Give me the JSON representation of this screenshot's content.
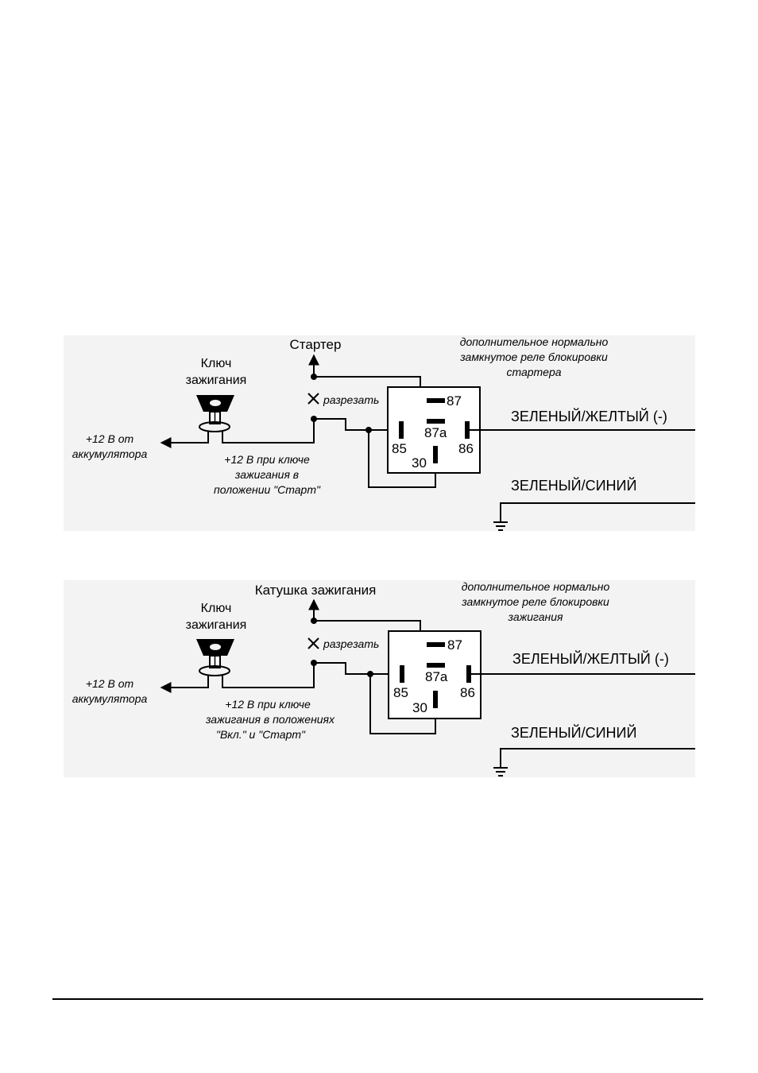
{
  "colors": {
    "panel": "#f3f3f3",
    "ink": "#000000",
    "page": "#ffffff"
  },
  "panels": [
    {
      "target": "Стартер",
      "key_title_1": "Ключ",
      "key_title_2": "зажигания",
      "battery_1": "+12 В от",
      "battery_2": "аккумулятора",
      "cut": "разрезать",
      "relay_note_1": "дополнительное нормально",
      "relay_note_2": "замкнутое реле блокировки",
      "relay_note_3": "стартера",
      "pins": {
        "p87": "87",
        "p87a": "87а",
        "p85": "85",
        "p86": "86",
        "p30": "30"
      },
      "wire_1": "ЗЕЛЕНЫЙ/ЖЕЛТЫЙ (-)",
      "wire_2": "ЗЕЛЕНЫЙ/СИНИЙ",
      "switched_1": "+12 В при ключе",
      "switched_2": "зажигания в",
      "switched_3": "положении \"Старт\""
    },
    {
      "target": "Катушка зажигания",
      "key_title_1": "Ключ",
      "key_title_2": "зажигания",
      "battery_1": "+12 В от",
      "battery_2": "аккумулятора",
      "cut": "разрезать",
      "relay_note_1": "дополнительное нормально",
      "relay_note_2": "замкнутое реле блокировки",
      "relay_note_3": "зажигания",
      "pins": {
        "p87": "87",
        "p87a": "87а",
        "p85": "85",
        "p86": "86",
        "p30": "30"
      },
      "wire_1": "ЗЕЛЕНЫЙ/ЖЕЛТЫЙ (-)",
      "wire_2": "ЗЕЛЕНЫЙ/СИНИЙ",
      "switched_1": "+12 В при ключе",
      "switched_2": "зажигания в положениях",
      "switched_3": "\"Вкл.\" и \"Старт\""
    }
  ]
}
